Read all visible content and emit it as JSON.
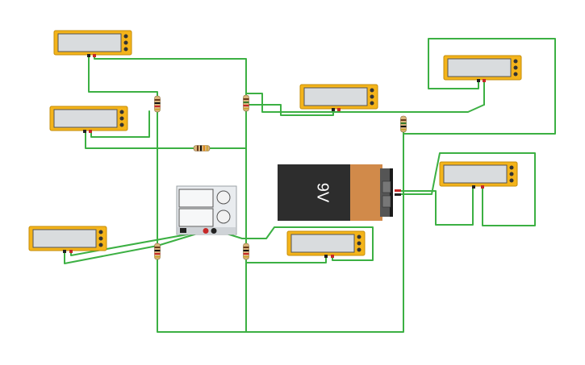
{
  "colors": {
    "wire": "#3cb043",
    "meter_body": "#f4b41a",
    "meter_screen": "#d9dcde",
    "battery_black": "#2d2d2d",
    "battery_copper": "#d18a4a",
    "terminal_red": "#c62828",
    "terminal_black": "#222222",
    "supply_body": "#e9ecef"
  },
  "battery": {
    "label": "9V"
  },
  "components": {
    "multimeters": [
      "multimeter-1",
      "multimeter-2",
      "multimeter-3",
      "multimeter-4",
      "multimeter-5",
      "multimeter-6",
      "multimeter-7"
    ],
    "resistors": [
      "resistor-1",
      "resistor-2",
      "resistor-3",
      "resistor-4",
      "resistor-5",
      "resistor-6"
    ],
    "power_supply": "dc-power-supply"
  }
}
